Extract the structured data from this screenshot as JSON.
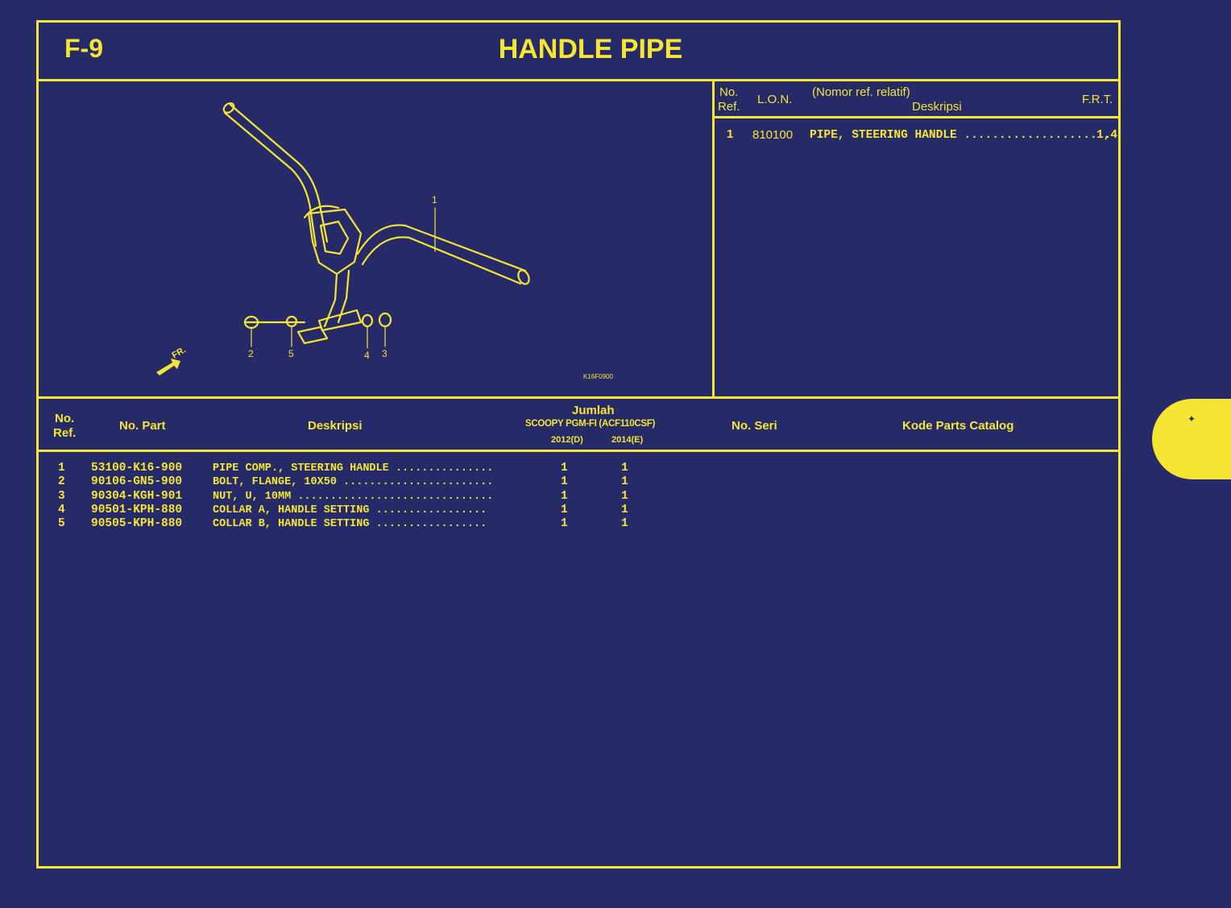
{
  "header": {
    "code": "F-9",
    "title": "HANDLE PIPE"
  },
  "diagram": {
    "callouts": [
      "1",
      "2",
      "5",
      "4",
      "3"
    ],
    "front_marker": "FR.",
    "drawing_code": "K16F0900"
  },
  "ref_table": {
    "headers": {
      "no_ref_1": "No.",
      "no_ref_2": "Ref.",
      "lon": "L.O.N.",
      "relative_note": "(Nomor ref. relatif)",
      "desc": "Deskripsi",
      "frt": "F.R.T."
    },
    "rows": [
      {
        "ref": "1",
        "lon": "810100",
        "desc": "PIPE, STEERING HANDLE .....................",
        "frt": "1,4"
      }
    ]
  },
  "parts_table": {
    "headers": {
      "no_ref_1": "No.",
      "no_ref_2": "Ref.",
      "no_part": "No. Part",
      "desc": "Deskripsi",
      "jumlah": "Jumlah",
      "model": "SCOOPY PGM-FI (ACF110CSF)",
      "year1": "2012(D)",
      "year2": "2014(E)",
      "no_seri": "No. Seri",
      "kode": "Kode Parts Catalog"
    },
    "rows": [
      {
        "ref": "1",
        "part": "53100-K16-900",
        "desc": "PIPE COMP., STEERING HANDLE ...............",
        "q1": "1",
        "q2": "1"
      },
      {
        "ref": "2",
        "part": "90106-GN5-900",
        "desc": "BOLT, FLANGE, 10X50 .......................",
        "q1": "1",
        "q2": "1"
      },
      {
        "ref": "3",
        "part": "90304-KGH-901",
        "desc": "NUT, U, 10MM ..............................",
        "q1": "1",
        "q2": "1"
      },
      {
        "ref": "4",
        "part": "90501-KPH-880",
        "desc": "COLLAR A, HANDLE SETTING .................",
        "q1": "1",
        "q2": "1"
      },
      {
        "ref": "5",
        "part": "90505-KPH-880",
        "desc": "COLLAR B, HANDLE SETTING .................",
        "q1": "1",
        "q2": "1"
      }
    ]
  },
  "colors": {
    "background": "#262a68",
    "accent": "#f5e633"
  },
  "side_tab": {
    "icon": "bird-icon"
  }
}
